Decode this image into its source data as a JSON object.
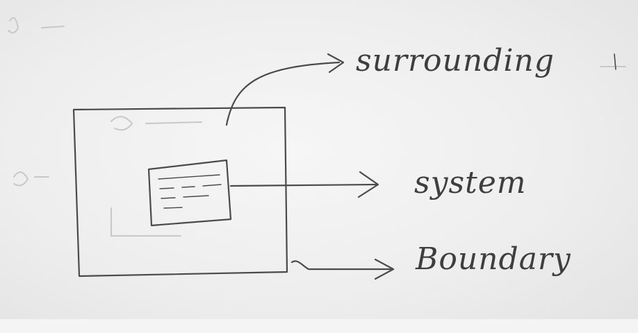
{
  "labels": {
    "surrounding": "surrounding",
    "system": "system",
    "boundary": "Boundary"
  },
  "colors": {
    "paper": "#eeeeee",
    "pencil": "#4a4a4a"
  }
}
